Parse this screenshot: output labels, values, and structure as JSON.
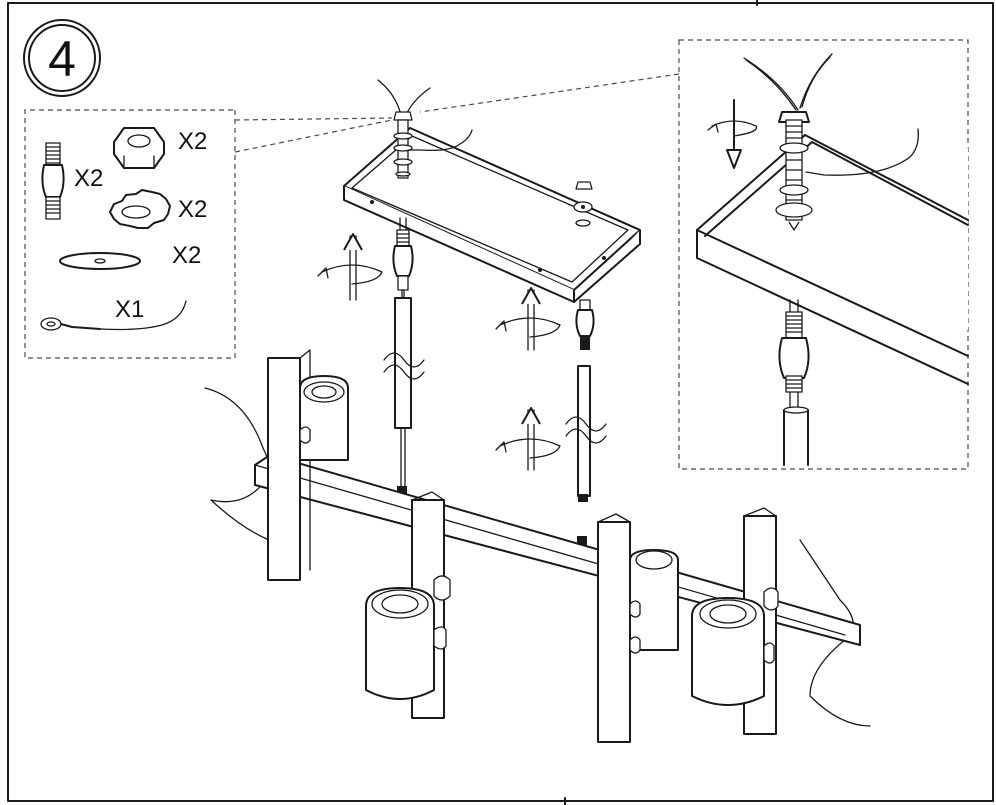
{
  "step": {
    "number": "4"
  },
  "parts": [
    {
      "icon": "threaded-coupler-icon",
      "quantity": "X2"
    },
    {
      "icon": "hex-nut-icon",
      "quantity": "X2"
    },
    {
      "icon": "lock-washer-icon",
      "quantity": "X2"
    },
    {
      "icon": "flat-washer-icon",
      "quantity": "X2"
    },
    {
      "icon": "ground-wire-icon",
      "quantity": "X1"
    }
  ],
  "colors": {
    "line": "#1a1a1a",
    "background": "#ffffff",
    "detail_border": "#4a4a4a"
  }
}
